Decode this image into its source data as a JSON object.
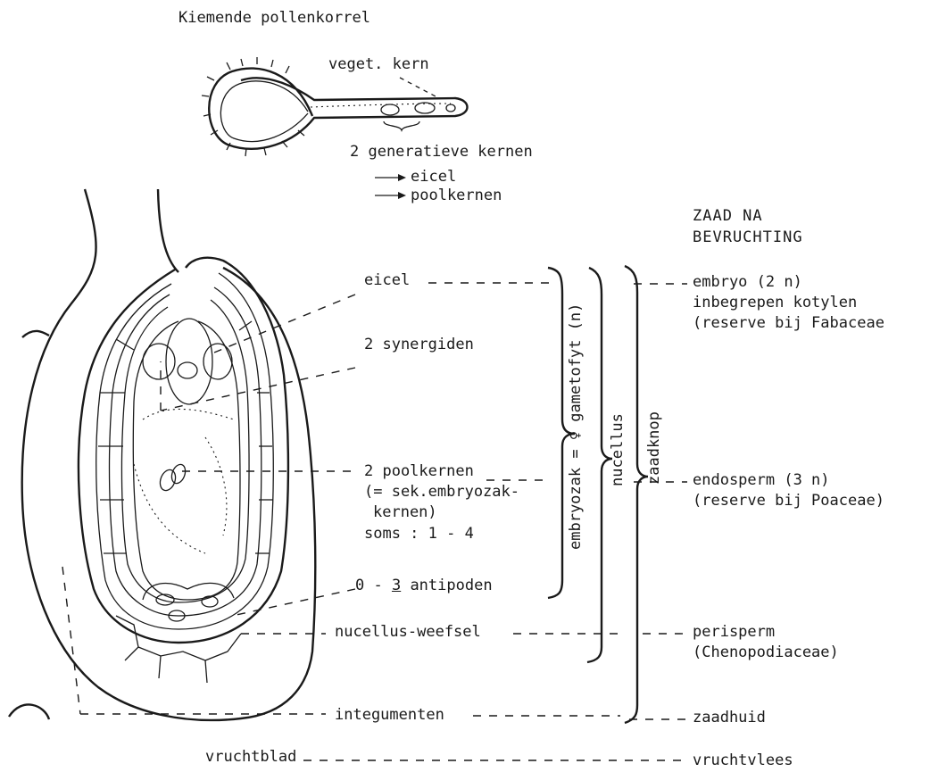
{
  "title": "Kiemende pollenkorrel",
  "pollen": {
    "veget_kern": "veget. kern",
    "generatieve_kernen": "2 generatieve kernen",
    "arrow_eicel": "eicel",
    "arrow_poolkernen": "poolkernen"
  },
  "zaad_heading": {
    "line1": "ZAAD NA",
    "line2": "BEVRUCHTING"
  },
  "ovule_labels": {
    "eicel": "eicel",
    "synergiden": "2 synergiden",
    "poolkernen": "2 poolkernen",
    "sek1": "(= sek.embryozak-",
    "sek2": "kernen)",
    "soms": "soms : 1 - 4",
    "antipoden_prefix": "0 - ",
    "antipoden_num": "3",
    "antipoden_suffix": " antipoden",
    "nucellus_weefsel": "nucellus-weefsel",
    "integumenten": "integumenten",
    "vruchtblad": "vruchtblad"
  },
  "brackets": {
    "embryozak": "embryozak = ♀ gametofyt (n)",
    "nucellus": "nucellus",
    "zaadknop": "zaadknop"
  },
  "seed_labels": {
    "embryo": "embryo (2 n)",
    "embryo_2": "inbegrepen kotylen",
    "embryo_3": "(reserve bij Fabaceae",
    "endosperm": "endosperm (3 n)",
    "endosperm_2": "(reserve bij Poaceae)",
    "perisperm": "perisperm",
    "perisperm_2": "(Chenopodiaceae)",
    "zaadhuid": "zaadhuid",
    "vruchtvlees": "vruchtvlees"
  }
}
